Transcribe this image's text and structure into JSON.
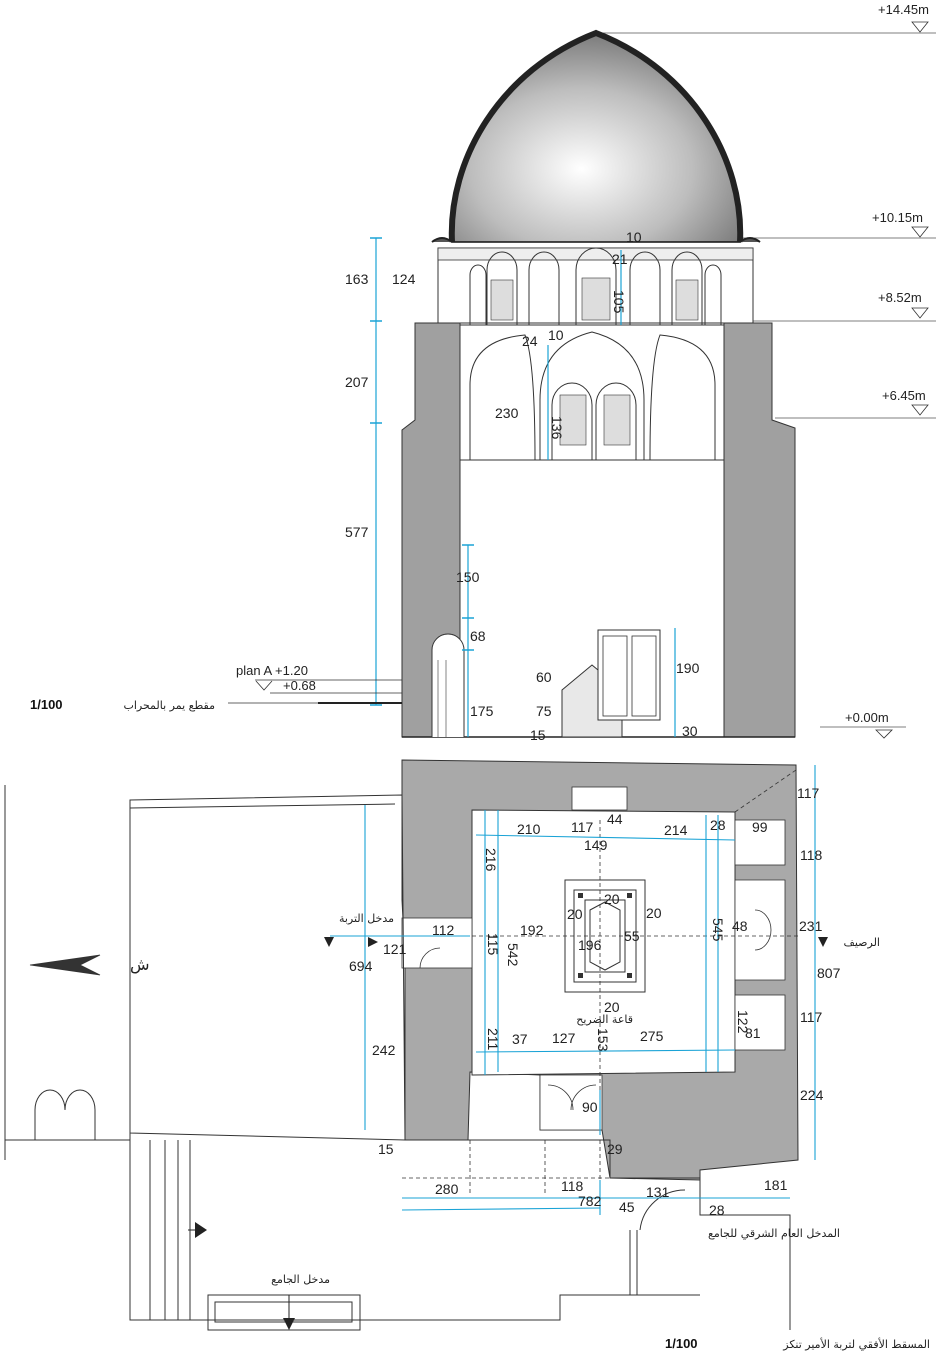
{
  "section": {
    "levels": [
      "+14.45m",
      "+10.15m",
      "+8.52m",
      "+6.45m",
      "+0.00m"
    ],
    "plan_a": "plan A +1.20",
    "step_level": "+0.68",
    "title_ar": "مقطع يمر بالمحراب",
    "scale": "1/100",
    "dims_left": [
      "163",
      "124",
      "207",
      "577",
      "150",
      "68",
      "175"
    ],
    "dims_drum": [
      "10",
      "21",
      "105",
      "10",
      "24",
      "230",
      "136"
    ],
    "dims_mihrab": [
      "60",
      "75",
      "15"
    ],
    "dims_door": [
      "190",
      "30"
    ]
  },
  "plan": {
    "title_ar": "المسقط الأفقي لتربة الأمير تنكز",
    "scale": "1/100",
    "north_label": "ش",
    "entrance_turba": "مدخل التربة",
    "entrance_sidewalk": "الرصيف",
    "hall_label": "قاعة الضريح",
    "east_entrance": "المدخل العام الشرقي للجامع",
    "mosque_entrance": "مدخل الجامع",
    "dims": {
      "top": [
        "210",
        "117",
        "44",
        "214",
        "28",
        "99",
        "117"
      ],
      "row2": [
        "149",
        "118"
      ],
      "left_vert": [
        "216",
        "115",
        "542",
        "211"
      ],
      "middle": [
        "112",
        "121",
        "694",
        "192",
        "196",
        "20",
        "20",
        "20",
        "55",
        "545",
        "48",
        "231",
        "807"
      ],
      "lower": [
        "20",
        "122",
        "117",
        "81"
      ],
      "bottom_row": [
        "37",
        "127",
        "153",
        "275"
      ],
      "bottom": [
        "242",
        "90",
        "224",
        "15",
        "29",
        "280",
        "118",
        "131",
        "181",
        "782",
        "45",
        "28"
      ]
    }
  }
}
